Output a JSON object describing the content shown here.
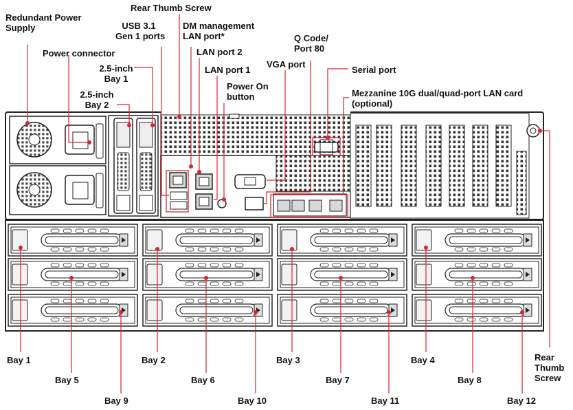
{
  "labels": {
    "redundant_power_supply_line1": "Redundant Power",
    "redundant_power_supply_line2": "Supply",
    "power_connector": "Power connector",
    "rear_thumb_screw_top": "Rear Thumb Screw",
    "usb_line1": "USB 3.1",
    "usb_line2": "Gen 1 ports",
    "dm_lan_line1": "DM management",
    "dm_lan_line2": "LAN port*",
    "lan_port_2": "LAN port 2",
    "lan_port_1": "LAN port 1",
    "bay1_25_line1": "2.5-inch",
    "bay1_25_line2": "Bay 1",
    "bay2_25_line1": "2.5-inch",
    "bay2_25_line2": "Bay 2",
    "power_on_line1": "Power On",
    "power_on_line2": "button",
    "qcode_line1": "Q Code/",
    "qcode_line2": "Port 80",
    "vga_port": "VGA port",
    "serial_port": "Serial port",
    "mezz_line1": "Mezzanine 10G dual/quad-port LAN card",
    "mezz_line2": "(optional)",
    "rear_thumb_right_line1": "Rear",
    "rear_thumb_right_line2": "Thumb",
    "rear_thumb_right_line3": "Screw"
  },
  "bays": {
    "bay1": "Bay 1",
    "bay2": "Bay 2",
    "bay3": "Bay 3",
    "bay4": "Bay 4",
    "bay5": "Bay 5",
    "bay6": "Bay 6",
    "bay7": "Bay 7",
    "bay8": "Bay 8",
    "bay9": "Bay 9",
    "bay10": "Bay 10",
    "bay11": "Bay 11",
    "bay12": "Bay 12"
  },
  "colors": {
    "callout": "#d9232e",
    "chassis_stroke": "#222222",
    "chassis_fill": "#ffffff",
    "port_fill": "#d8d8d8"
  }
}
